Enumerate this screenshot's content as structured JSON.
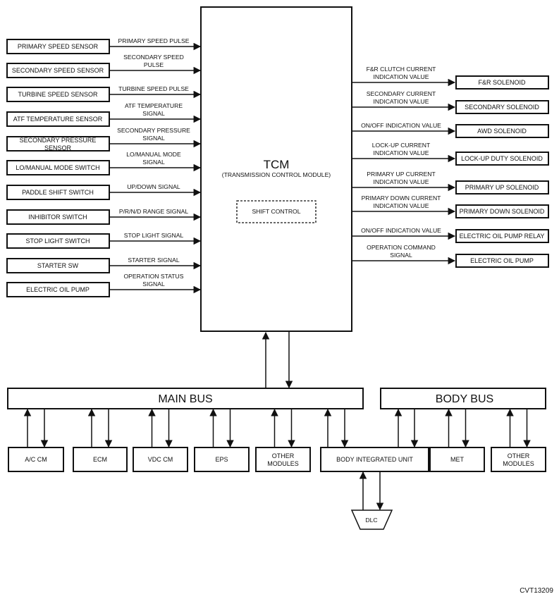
{
  "tcm": {
    "title": "TCM",
    "subtitle": "(TRANSMISSION CONTROL MODULE)",
    "inner_block": "SHIFT CONTROL"
  },
  "inputs": [
    {
      "sensor": "PRIMARY SPEED SENSOR",
      "signal": [
        "PRIMARY SPEED PULSE"
      ]
    },
    {
      "sensor": "SECONDARY SPEED SENSOR",
      "signal": [
        "SECONDARY SPEED",
        "PULSE"
      ]
    },
    {
      "sensor": "TURBINE SPEED SENSOR",
      "signal": [
        "TURBINE SPEED PULSE"
      ]
    },
    {
      "sensor": "ATF TEMPERATURE SENSOR",
      "signal": [
        "ATF TEMPERATURE",
        "SIGNAL"
      ]
    },
    {
      "sensor": [
        "SECONDARY PRESSURE",
        "SENSOR"
      ],
      "signal": [
        "SECONDARY PRESSURE",
        "SIGNAL"
      ]
    },
    {
      "sensor": "LO/MANUAL MODE SWITCH",
      "signal": [
        "LO/MANUAL MODE",
        "SIGNAL"
      ]
    },
    {
      "sensor": "PADDLE SHIFT SWITCH",
      "signal": [
        "UP/DOWN SIGNAL"
      ]
    },
    {
      "sensor": "INHIBITOR SWITCH",
      "signal": [
        "P/R/N/D RANGE SIGNAL"
      ]
    },
    {
      "sensor": "STOP LIGHT SWITCH",
      "signal": [
        "STOP LIGHT SIGNAL"
      ]
    },
    {
      "sensor": "STARTER SW",
      "signal": [
        "STARTER SIGNAL"
      ]
    },
    {
      "sensor": "ELECTRIC OIL PUMP",
      "signal": [
        "OPERATION STATUS",
        "SIGNAL"
      ]
    }
  ],
  "outputs": [
    {
      "actuator": "F&R SOLENOID",
      "signal": [
        "F&R CLUTCH CURRENT",
        "INDICATION VALUE"
      ]
    },
    {
      "actuator": "SECONDARY SOLENOID",
      "signal": [
        "SECONDARY CURRENT",
        "INDICATION VALUE"
      ]
    },
    {
      "actuator": "AWD SOLENOID",
      "signal": [
        "ON/OFF INDICATION VALUE"
      ]
    },
    {
      "actuator": "LOCK-UP DUTY SOLENOID",
      "signal": [
        "LOCK-UP CURRENT",
        "INDICATION VALUE"
      ]
    },
    {
      "actuator": "PRIMARY UP SOLENOID",
      "signal": [
        "PRIMARY UP CURRENT",
        "INDICATION VALUE"
      ]
    },
    {
      "actuator": "PRIMARY DOWN SOLENOID",
      "signal": [
        "PRIMARY DOWN CURRENT",
        "INDICATION VALUE"
      ]
    },
    {
      "actuator": "ELECTRIC OIL PUMP RELAY",
      "signal": [
        "ON/OFF INDICATION VALUE"
      ]
    },
    {
      "actuator": "ELECTRIC OIL PUMP",
      "signal": [
        "OPERATION COMMAND",
        "SIGNAL"
      ]
    }
  ],
  "buses": {
    "main": "MAIN BUS",
    "body": "BODY BUS"
  },
  "modules": [
    {
      "label": [
        "A/C CM"
      ],
      "bus": "main"
    },
    {
      "label": [
        "ECM"
      ],
      "bus": "main"
    },
    {
      "label": [
        "VDC CM"
      ],
      "bus": "main"
    },
    {
      "label": [
        "EPS"
      ],
      "bus": "main"
    },
    {
      "label": [
        "OTHER",
        "MODULES"
      ],
      "bus": "main"
    },
    {
      "label": [
        "BODY INTEGRATED UNIT"
      ],
      "bus": "both"
    },
    {
      "label": [
        "MET"
      ],
      "bus": "body"
    },
    {
      "label": [
        "OTHER",
        "MODULES"
      ],
      "bus": "body"
    }
  ],
  "dlc": "DLC",
  "figure_code": "CVT13209"
}
